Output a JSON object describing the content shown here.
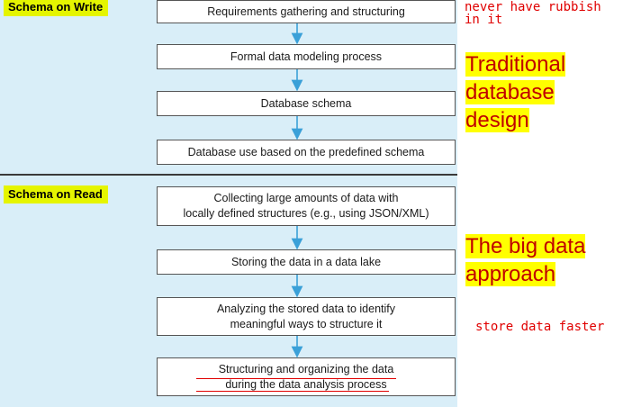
{
  "schema_on_write": {
    "label": "Schema on Write",
    "steps": [
      "Requirements gathering and structuring",
      "Formal data modeling process",
      "Database schema",
      "Database use based on the predefined schema"
    ]
  },
  "schema_on_read": {
    "label": "Schema on Read",
    "steps": [
      "Collecting large amounts of data with\nlocally defined structures (e.g., using JSON/XML)",
      "Storing the data in a data lake",
      "Analyzing the stored data to identify\nmeaningful ways to structure it",
      "Structuring and organizing the data\nduring the data analysis process"
    ]
  },
  "annotations": {
    "note_rubbish": "never have rubbish in it",
    "title_traditional": [
      "Traditional",
      "database",
      "design"
    ],
    "title_bigdata": [
      "The big data",
      "approach"
    ],
    "note_faster": "store data faster"
  },
  "colors": {
    "panel_bg": "#d9eef8",
    "arrow": "#3aa0d8",
    "highlight": "#ffff00",
    "label_highlight": "#e5f500",
    "annotation_red": "#e00000"
  }
}
